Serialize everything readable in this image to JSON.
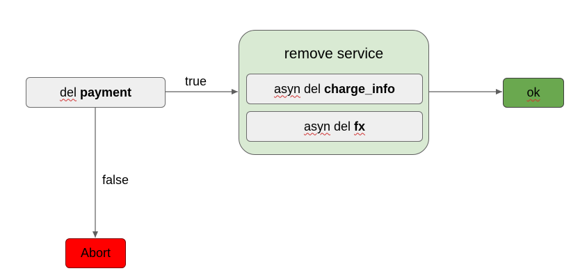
{
  "nodes": {
    "del_payment": {
      "prefix": "del",
      "bold": "payment"
    },
    "group": {
      "title": "remove service"
    },
    "charge_info": {
      "prefix1": "asyn",
      "prefix2": "del",
      "bold": "charge_info"
    },
    "fx": {
      "prefix1": "asyn",
      "prefix2": "del",
      "bold": "fx"
    },
    "ok": {
      "label": "ok"
    },
    "abort": {
      "label": "Abort"
    }
  },
  "edges": {
    "true_label": "true",
    "false_label": "false"
  },
  "colors": {
    "group_fill": "#d9ead3",
    "node_fill": "#efefef",
    "ok_fill": "#6aa84f",
    "abort_fill": "#ff0000",
    "edge": "#5f5f5f"
  }
}
